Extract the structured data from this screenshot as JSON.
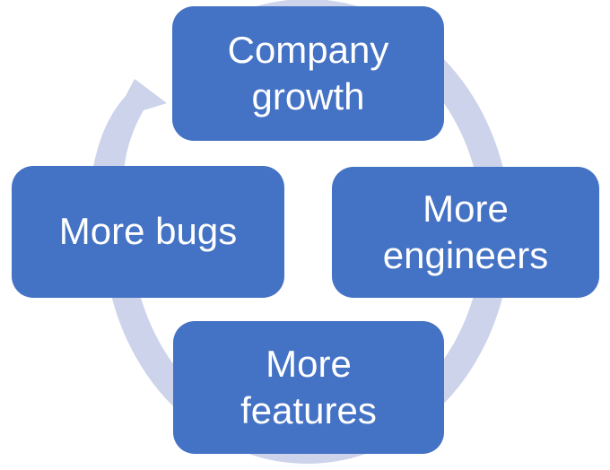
{
  "diagram": {
    "type": "cycle",
    "flow": "clockwise",
    "nodes": [
      {
        "id": "top",
        "label": "Company growth"
      },
      {
        "id": "right",
        "label": "More engineers"
      },
      {
        "id": "bottom",
        "label": "More features"
      },
      {
        "id": "left",
        "label": "More bugs"
      }
    ],
    "colors": {
      "node_fill": "#4472C4",
      "node_text": "#FFFFFF",
      "arrow": "#CCD3EA",
      "background": "#FFFFFF"
    }
  }
}
